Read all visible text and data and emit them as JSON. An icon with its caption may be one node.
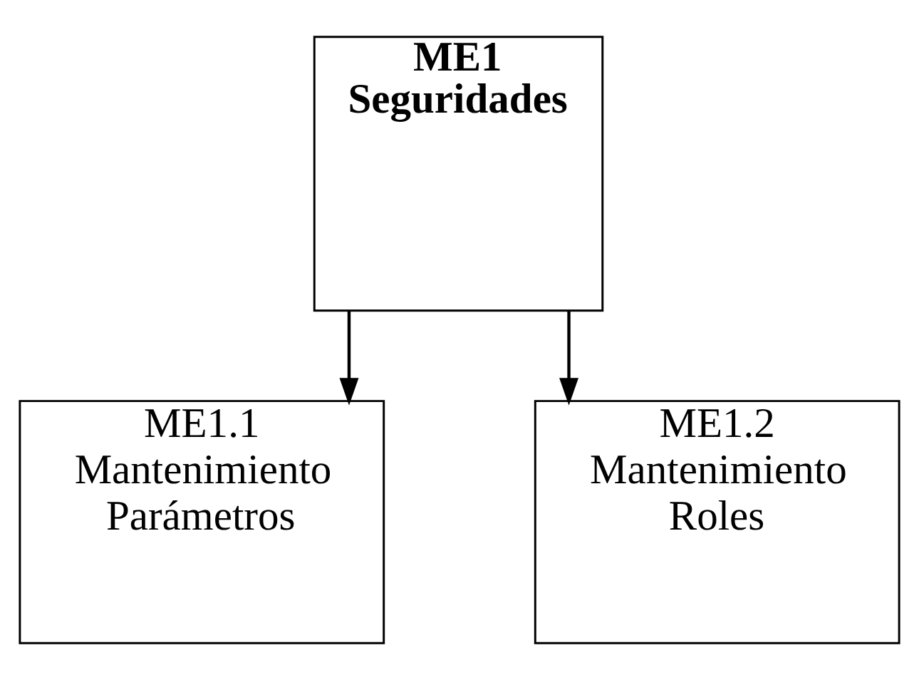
{
  "diagram": {
    "nodes": [
      {
        "text": [
          "ME1 Seguridades"
        ]
      },
      {
        "text": [
          "ME1.1 Mantenimiento Parámetros"
        ]
      },
      {
        "text": [
          "ME1.2 Mantenimiento Roles"
        ]
      }
    ],
    "edges": [
      {
        "from": 0,
        "to": 1,
        "arrow": "to"
      },
      {
        "from": 0,
        "to": 2,
        "arrow": "to"
      }
    ]
  }
}
